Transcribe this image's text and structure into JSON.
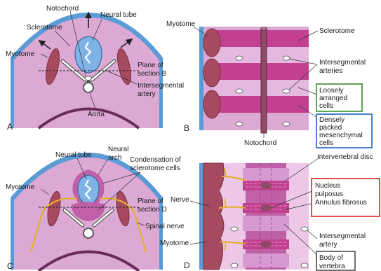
{
  "panels": {
    "A": {
      "letter": "A",
      "notochord": "Notochord",
      "neural_tube": "Neural tube",
      "sclerotome": "Sclerotome",
      "myotome": "Myotome",
      "plane_line1": "Plane of",
      "plane_line2": "section B",
      "interseg_line1": "Intersegmental",
      "interseg_line2": "artery",
      "aorta": "Aorta"
    },
    "B": {
      "letter": "B",
      "myotome": "Myotome",
      "sclerotome": "Sclerotome",
      "arteries_line1": "Intersegmental",
      "arteries_line2": "arteries",
      "loose_line1": "Loosely",
      "loose_line2": "arranged",
      "loose_line3": "cells",
      "dense_line1": "Densely",
      "dense_line2": "packed",
      "dense_line3": "mesenchymal",
      "dense_line4": "cells",
      "notochord": "Notochord"
    },
    "C": {
      "letter": "C",
      "neural_tube": "Neural tube",
      "arch_line1": "Neural",
      "arch_line2": "arch",
      "cond_line1": "Condensation of",
      "cond_line2": "sclerotome cells",
      "myotome": "Myotome",
      "plane_line1": "Plane of",
      "plane_line2": "section D",
      "spinal_nerve": "Spinal nerve"
    },
    "D": {
      "letter": "D",
      "ivd": "Intervertebral disc",
      "nerve": "Nerve",
      "myotome": "Myotome",
      "np_line1": "Nucleus",
      "np_line2": "pulposus",
      "annulus": "Annulus fibrosus",
      "artery_line1": "Intersegmental",
      "artery_line2": "artery",
      "body_line1": "Body of",
      "body_line2": "vertebra"
    }
  },
  "colors": {
    "tissue": "#dba9d4",
    "tissue_light": "#ecc8e6",
    "dense": "#c2408f",
    "dense_dark": "#b03080",
    "myotome": "#a64a60",
    "ectoderm": "#5b9bd5",
    "neural_tube": "#7fb3e6",
    "notochord_rod": "#8f4a66",
    "nerve": "#e2b02a",
    "outline": "#222222",
    "box_green": "#3a8a2a",
    "box_blue": "#2060c0",
    "box_red": "#e02020",
    "box_black": "#333333"
  }
}
